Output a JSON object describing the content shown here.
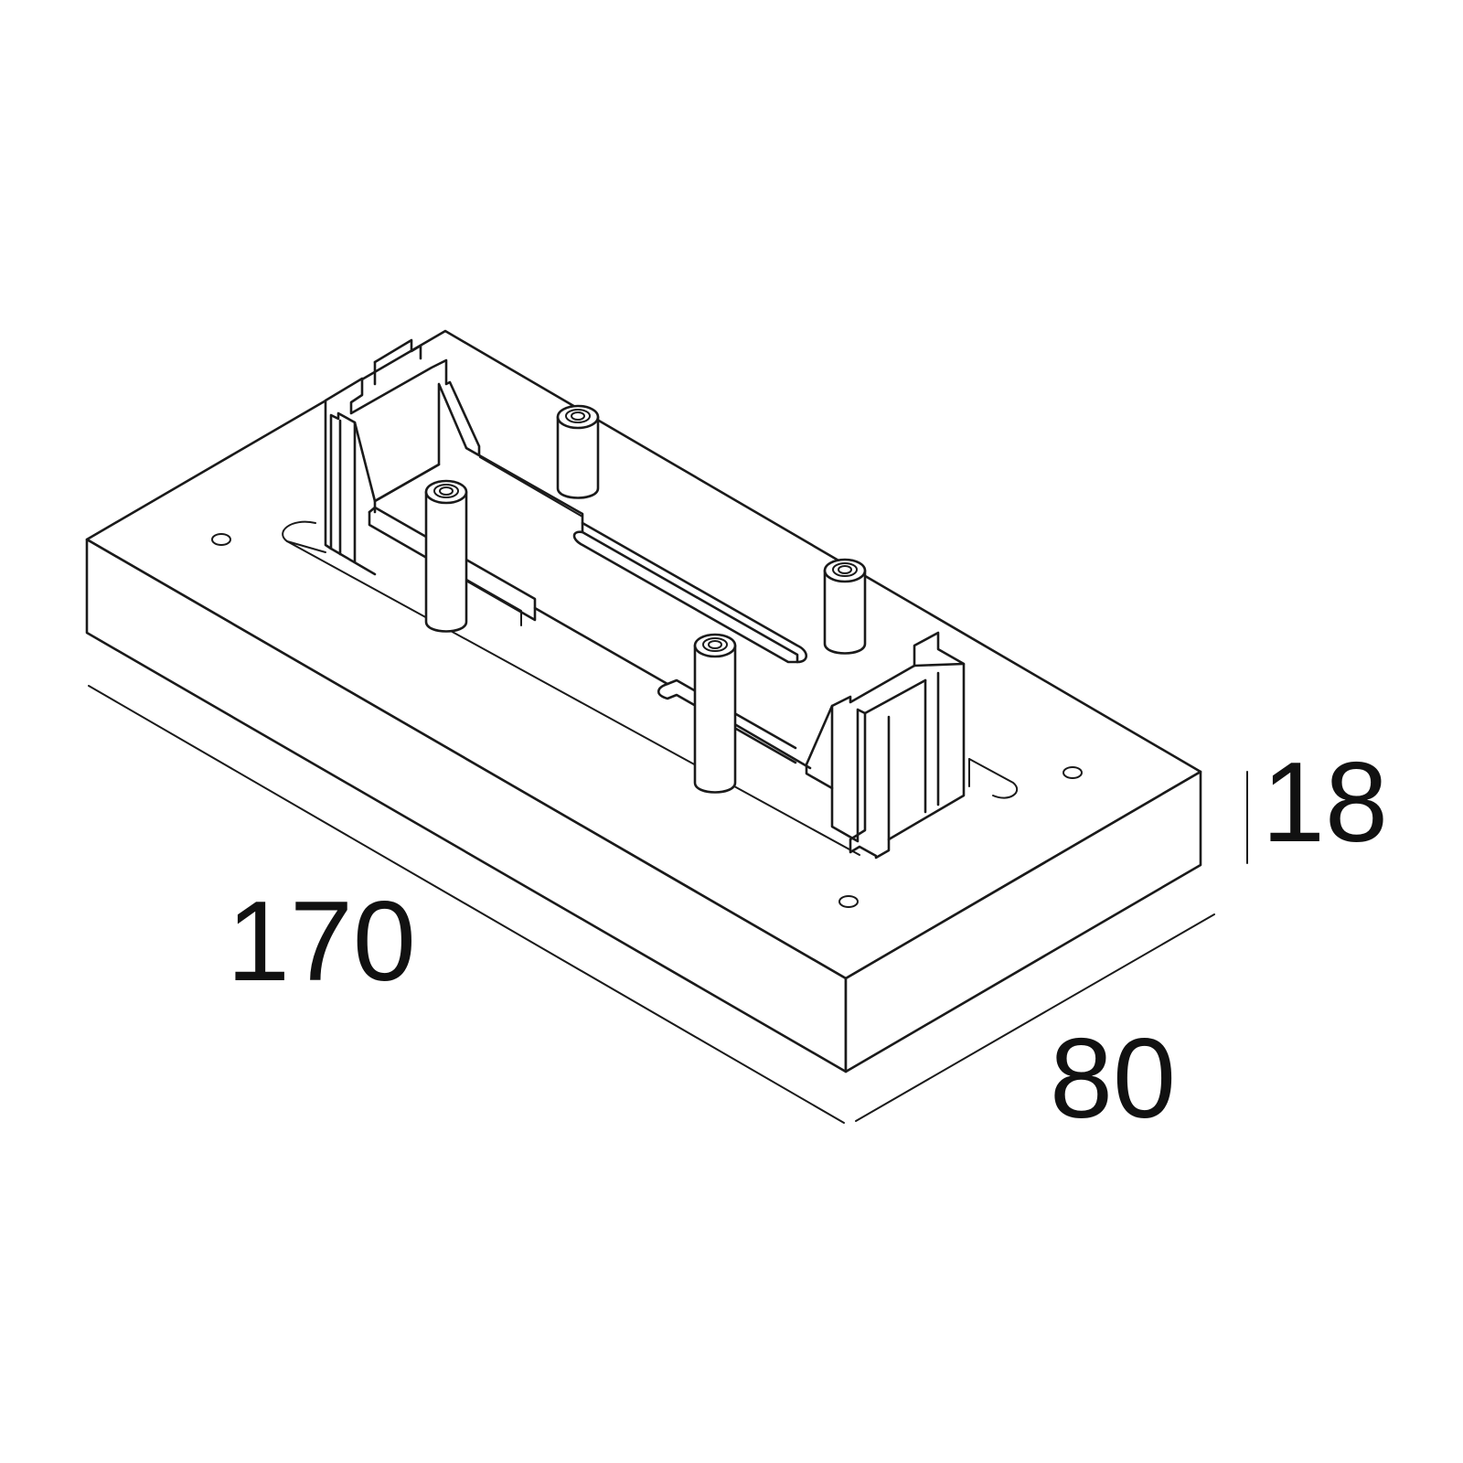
{
  "dimensions": {
    "length": "170",
    "width": "80",
    "height": "18"
  },
  "colors": {
    "line": "#1a1a1a",
    "background": "#ffffff"
  }
}
